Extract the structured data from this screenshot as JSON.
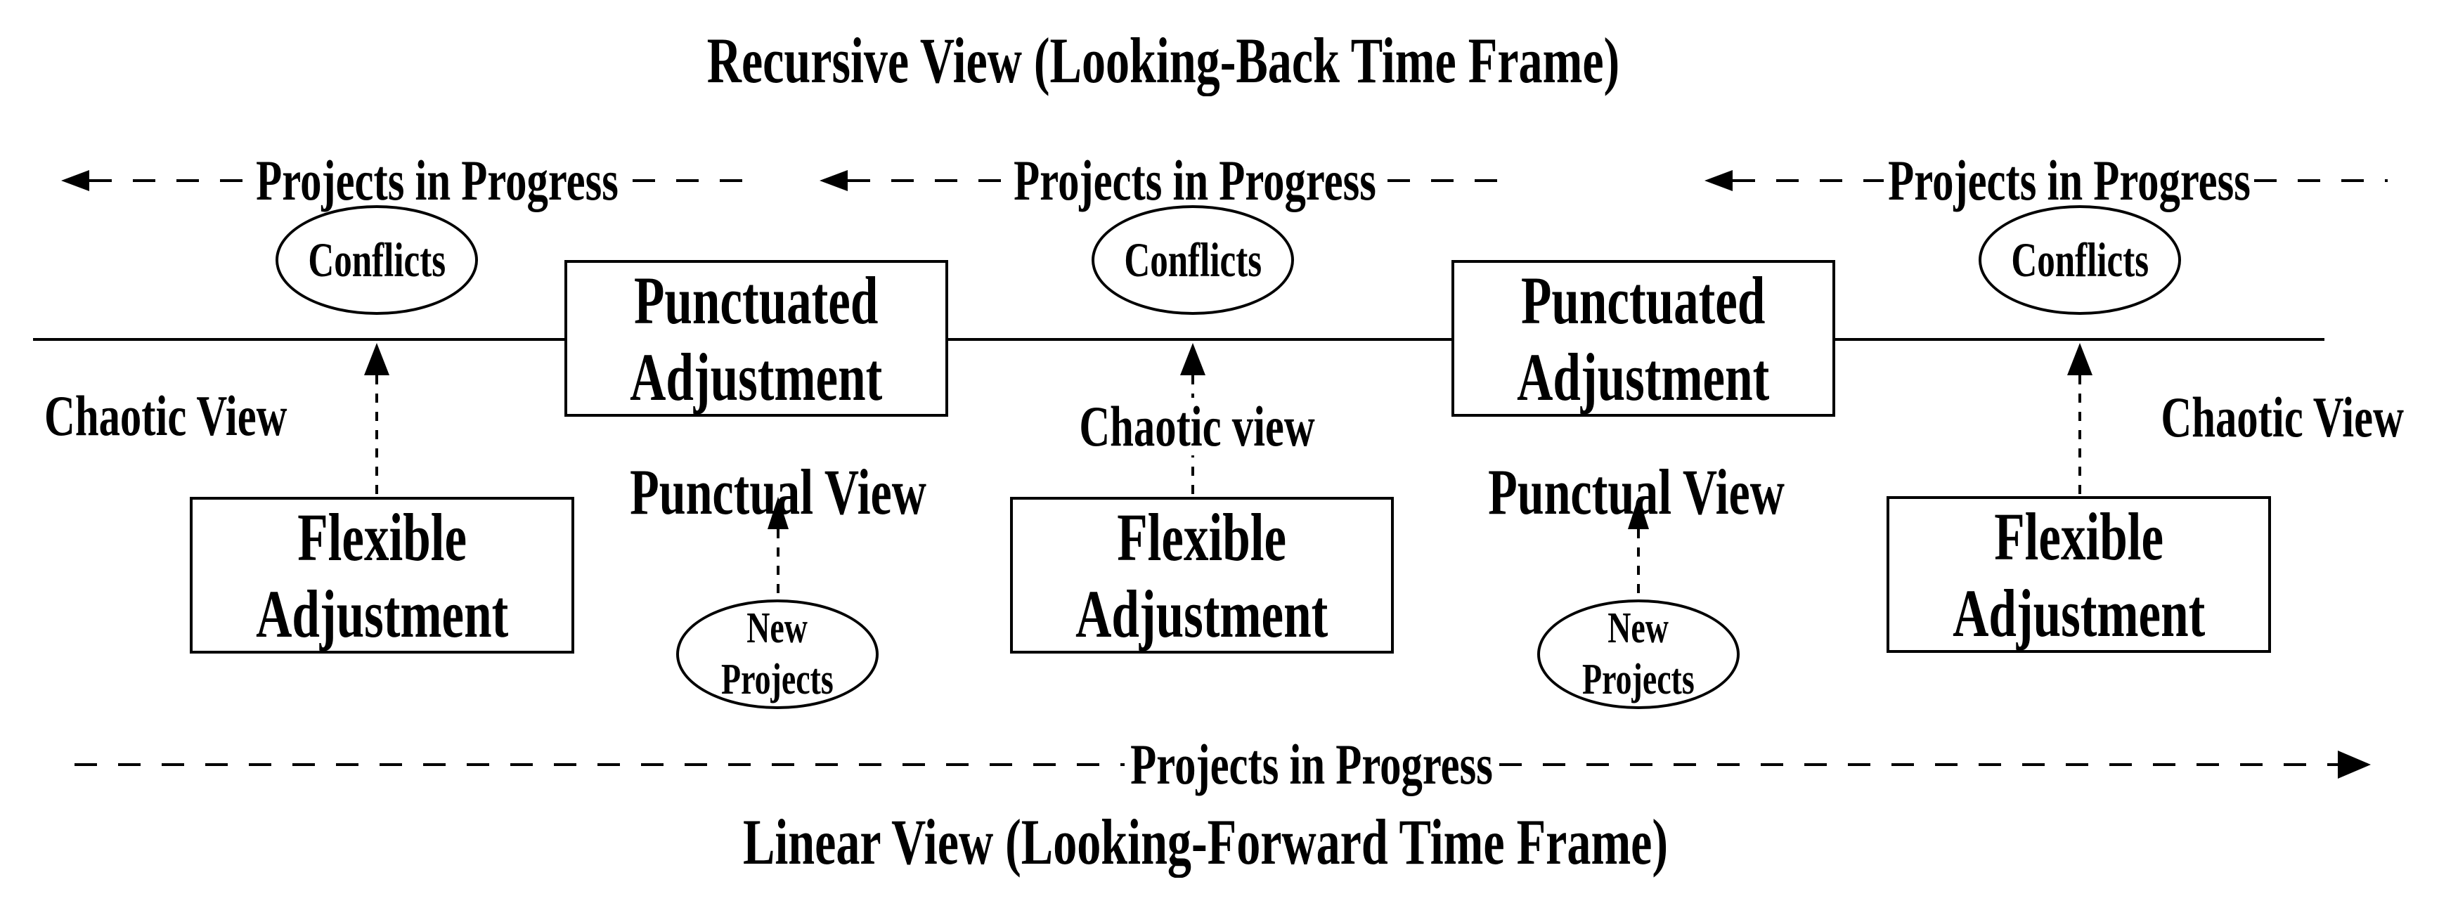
{
  "canvas": {
    "ink_color": "#000000",
    "background_color": "#ffffff"
  },
  "titles": {
    "top": "Recursive View (Looking-Back Time Frame)",
    "bottom": "Linear View (Looking-Forward Time Frame)"
  },
  "top_arrows": [
    {
      "label": "Projects in Progress",
      "direction": "left"
    },
    {
      "label": "Projects in Progress",
      "direction": "left"
    },
    {
      "label": "Projects in Progress",
      "direction": "left"
    }
  ],
  "bottom_arrow": {
    "label": "Projects in Progress",
    "direction": "right"
  },
  "conflicts": [
    {
      "label": "Conflicts"
    },
    {
      "label": "Conflicts"
    },
    {
      "label": "Conflicts"
    }
  ],
  "punctuated_boxes": [
    {
      "line1": "Punctuated",
      "line2": "Adjustment"
    },
    {
      "line1": "Punctuated",
      "line2": "Adjustment"
    }
  ],
  "flexible_boxes": [
    {
      "line1": "Flexible",
      "line2": "Adjustment"
    },
    {
      "line1": "Flexible",
      "line2": "Adjustment"
    },
    {
      "line1": "Flexible",
      "line2": "Adjustment"
    }
  ],
  "new_projects": [
    {
      "line1": "New",
      "line2": "Projects"
    },
    {
      "line1": "New",
      "line2": "Projects"
    }
  ],
  "view_labels": {
    "chaotic_left": "Chaotic View",
    "chaotic_middle": "Chaotic view",
    "chaotic_right": "Chaotic View",
    "punctual_left": "Punctual View",
    "punctual_right": "Punctual View"
  }
}
